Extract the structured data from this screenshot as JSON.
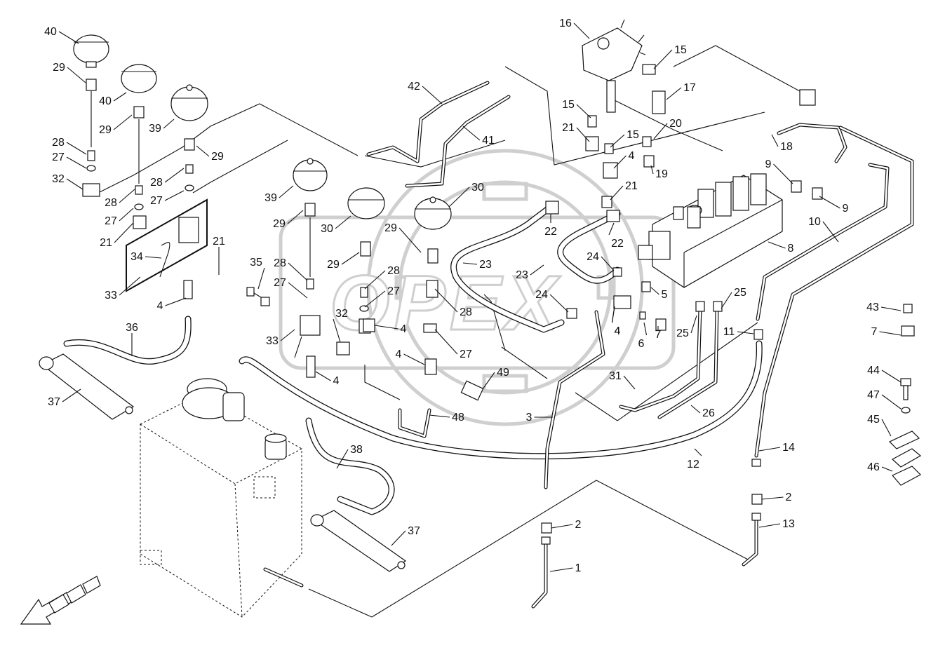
{
  "watermark": {
    "text": "OPEX"
  },
  "callouts": [
    {
      "label": "40"
    },
    {
      "label": "29"
    },
    {
      "label": "40"
    },
    {
      "label": "29"
    },
    {
      "label": "39"
    },
    {
      "label": "29"
    },
    {
      "label": "28"
    },
    {
      "label": "27"
    },
    {
      "label": "32"
    },
    {
      "label": "28"
    },
    {
      "label": "27"
    },
    {
      "label": "28"
    },
    {
      "label": "27"
    },
    {
      "label": "21"
    },
    {
      "label": "34"
    },
    {
      "label": "33"
    },
    {
      "label": "4"
    },
    {
      "label": "21"
    },
    {
      "label": "35"
    },
    {
      "label": "36"
    },
    {
      "label": "37"
    },
    {
      "label": "39"
    },
    {
      "label": "29"
    },
    {
      "label": "30"
    },
    {
      "label": "30"
    },
    {
      "label": "29"
    },
    {
      "label": "29"
    },
    {
      "label": "28"
    },
    {
      "label": "27"
    },
    {
      "label": "33"
    },
    {
      "label": "4"
    },
    {
      "label": "32"
    },
    {
      "label": "28"
    },
    {
      "label": "27"
    },
    {
      "label": "4"
    },
    {
      "label": "28"
    },
    {
      "label": "27"
    },
    {
      "label": "4"
    },
    {
      "label": "49"
    },
    {
      "label": "48"
    },
    {
      "label": "38"
    },
    {
      "label": "37"
    },
    {
      "label": "42"
    },
    {
      "label": "41"
    },
    {
      "label": "16"
    },
    {
      "label": "15"
    },
    {
      "label": "17"
    },
    {
      "label": "15"
    },
    {
      "label": "21"
    },
    {
      "label": "15"
    },
    {
      "label": "20"
    },
    {
      "label": "4"
    },
    {
      "label": "19"
    },
    {
      "label": "21"
    },
    {
      "label": "22"
    },
    {
      "label": "22"
    },
    {
      "label": "23"
    },
    {
      "label": "23"
    },
    {
      "label": "24"
    },
    {
      "label": "24"
    },
    {
      "label": "4"
    },
    {
      "label": "18"
    },
    {
      "label": "9"
    },
    {
      "label": "9"
    },
    {
      "label": "10"
    },
    {
      "label": "8"
    },
    {
      "label": "5"
    },
    {
      "label": "4"
    },
    {
      "label": "6"
    },
    {
      "label": "7"
    },
    {
      "label": "25"
    },
    {
      "label": "25"
    },
    {
      "label": "11"
    },
    {
      "label": "31"
    },
    {
      "label": "26"
    },
    {
      "label": "3"
    },
    {
      "label": "12"
    },
    {
      "label": "14"
    },
    {
      "label": "2"
    },
    {
      "label": "13"
    },
    {
      "label": "2"
    },
    {
      "label": "1"
    },
    {
      "label": "43"
    },
    {
      "label": "7"
    },
    {
      "label": "44"
    },
    {
      "label": "47"
    },
    {
      "label": "45"
    },
    {
      "label": "46"
    }
  ]
}
